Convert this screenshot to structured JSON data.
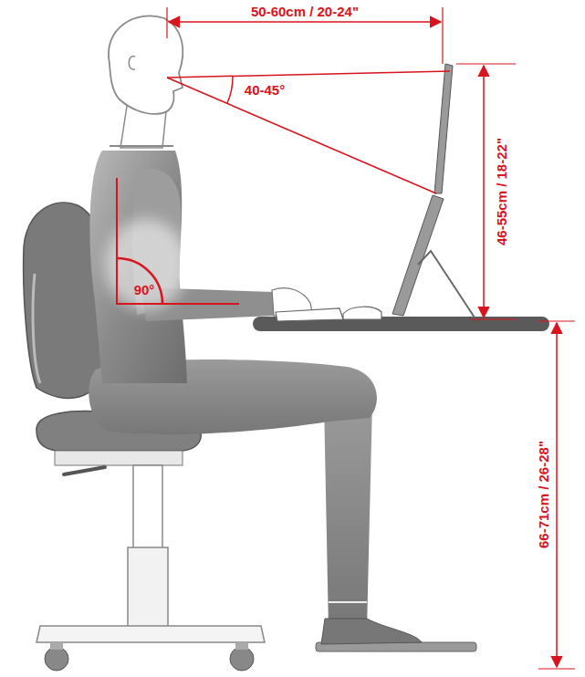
{
  "diagram": {
    "labels": [
      "50-60cm / 20-24\"",
      "40-45°",
      "46-55cm / 18-22\"",
      "90°",
      "66-71cm / 26-28\""
    ]
  }
}
